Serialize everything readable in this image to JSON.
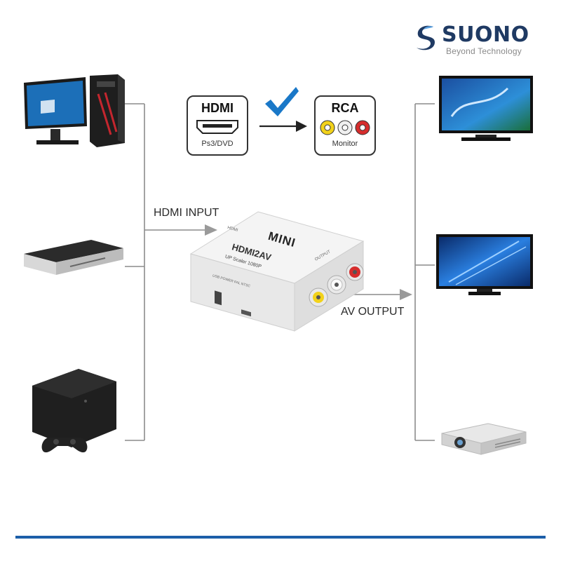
{
  "brand": {
    "name": "SUONO",
    "tagline": "Beyond Technology"
  },
  "diagram": {
    "input_label": "HDMI INPUT",
    "output_label": "AV OUTPUT",
    "hdmi_box": {
      "title": "HDMI",
      "subtitle": "Ps3/DVD"
    },
    "rca_box": {
      "title": "RCA",
      "subtitle": "Monitor"
    },
    "converter": {
      "badge": "MINI",
      "model": "HDMI2AV",
      "caption": "UP Scaler 1080P",
      "port_left": "HDMI",
      "port_right": "OUTPUT",
      "switch_label": "USB POWER PAL NTSC"
    }
  },
  "sources": [
    "desktop-computer",
    "dvd-player",
    "game-console"
  ],
  "outputs": [
    "tv-screen-1",
    "tv-screen-2",
    "projector"
  ],
  "colors": {
    "brand": "#1f3a63",
    "accent_check": "#1a78c8",
    "bottom_bar": "#1c5ea8",
    "rca_yellow": "#f2d21a",
    "rca_white": "#f0f0f0",
    "rca_red": "#d62d2d"
  }
}
